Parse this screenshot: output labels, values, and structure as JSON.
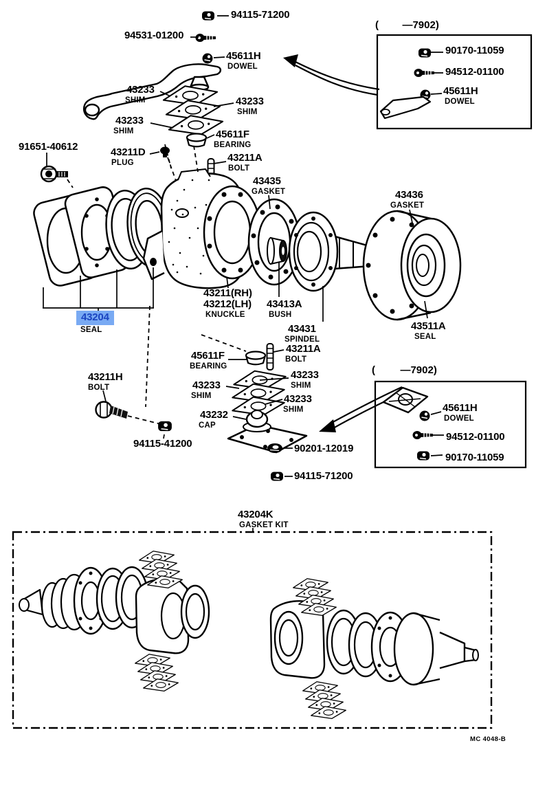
{
  "page": {
    "bg": "#ffffff",
    "footer_code": "MC 4048-B"
  },
  "highlight": {
    "bg": "#79AAF3",
    "text": "#1B44C0"
  },
  "icons": [
    "nut-icon",
    "bolt-icon",
    "dowel-icon",
    "washer-icon",
    "bearing-cup-icon",
    "plug-icon",
    "stud-icon"
  ],
  "labels": [
    {
      "num": "94115-71200"
    },
    {
      "num": "94531-01200"
    },
    {
      "num": "45611H",
      "sub": "DOWEL"
    },
    {
      "num": "43233",
      "sub": "SHIM"
    },
    {
      "num": "43233",
      "sub": "SHIM"
    },
    {
      "num": "43233",
      "sub": "SHIM"
    },
    {
      "num": "45611F",
      "sub": "BEARING"
    },
    {
      "num": "43211D",
      "sub": "PLUG"
    },
    {
      "num": "91651-40612"
    },
    {
      "num": "43211A",
      "sub": "BOLT"
    },
    {
      "num": "43435",
      "sub": "GASKET"
    },
    {
      "num": "43436",
      "sub": "GASKET"
    },
    {
      "num": "43211(RH)",
      "num2": "43212(LH)",
      "sub": "KNUCKLE"
    },
    {
      "num": "43413A",
      "sub": "BUSH"
    },
    {
      "num": "43431",
      "sub": "SPINDEL"
    },
    {
      "num": "43511A",
      "sub": "SEAL"
    },
    {
      "num": "43204",
      "sub": "SEAL",
      "highlighted": true
    },
    {
      "num": "45611F",
      "sub": "BEARING"
    },
    {
      "num": "43211A",
      "sub": "BOLT"
    },
    {
      "num": "43233",
      "sub": "SHIM"
    },
    {
      "num": "43233",
      "sub": "SHIM"
    },
    {
      "num": "43233",
      "sub": "SHIM"
    },
    {
      "num": "43232",
      "sub": "CAP"
    },
    {
      "num": "43211H",
      "sub": "BOLT"
    },
    {
      "num": "94115-41200"
    },
    {
      "num": "90201-12019"
    },
    {
      "num": "94115-71200"
    },
    {
      "num": "43204K",
      "sub": "GASKET KIT"
    }
  ],
  "inset_top": {
    "paren": "(",
    "range": "—7902)",
    "items": [
      {
        "num": "90170-11059"
      },
      {
        "num": "94512-01100"
      },
      {
        "num": "45611H",
        "sub": "DOWEL"
      }
    ]
  },
  "inset_bottom": {
    "paren": "(",
    "range": "—7902)",
    "items": [
      {
        "num": "45611H",
        "sub": "DOWEL"
      },
      {
        "num": "94512-01100"
      },
      {
        "num": "90170-11059"
      }
    ]
  }
}
